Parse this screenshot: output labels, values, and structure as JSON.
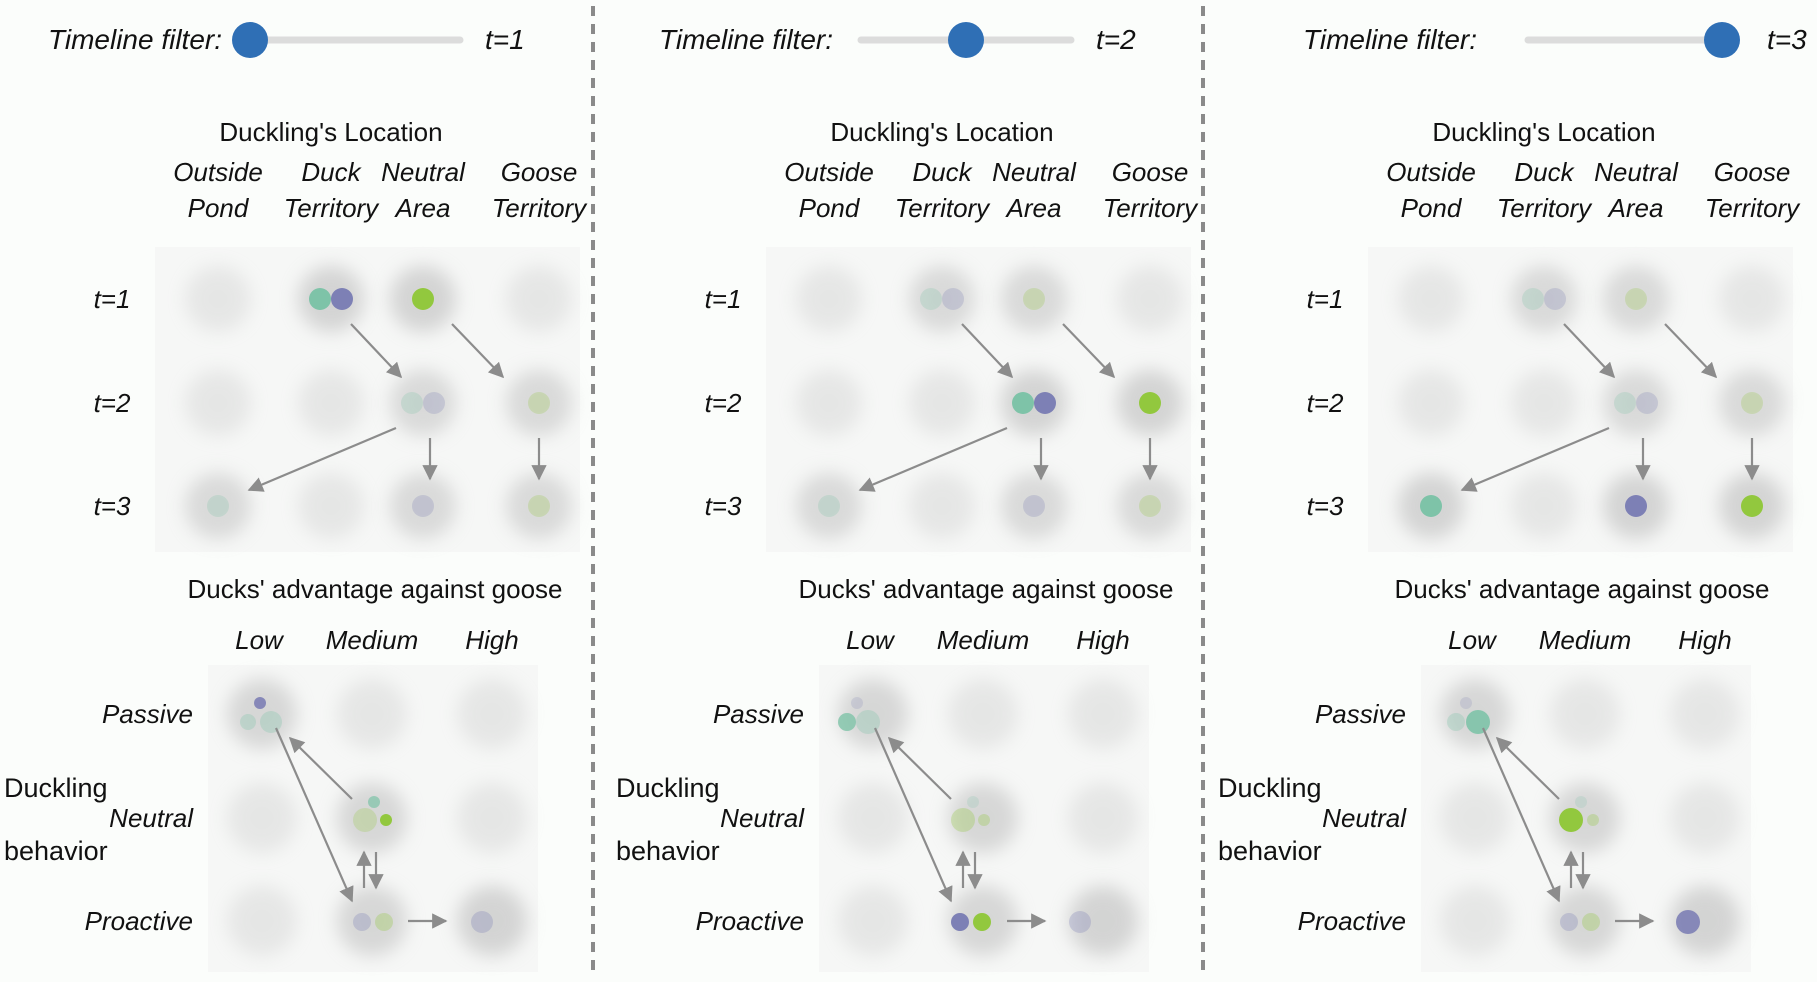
{
  "colors": {
    "background": "#fbfdfb",
    "slider_track": "#dcdcdc",
    "slider_thumb": "#2f6fb5",
    "divider": "#8a8a8a",
    "arrow": "#8c8c8c",
    "cell_blob": "#bdbdbd",
    "teal": "#7ec3a8",
    "purple": "#7d80b5",
    "green": "#92c83e"
  },
  "panels": [
    {
      "slider_label": "Timeline filter:",
      "slider_value_text": "t=1",
      "slider_fraction": 0.0,
      "location": {
        "title": "Duckling's Location",
        "columns": [
          [
            "Outside",
            "Pond"
          ],
          [
            "Duck",
            "Territory"
          ],
          [
            "Neutral",
            "Area"
          ],
          [
            "Goose",
            "Territory"
          ]
        ],
        "rows": [
          "t=1",
          "t=2",
          "t=3"
        ],
        "cells": [
          {
            "row": 0,
            "col": 0,
            "dots": []
          },
          {
            "row": 0,
            "col": 1,
            "dots": [
              {
                "c": "teal",
                "o": 1
              },
              {
                "c": "purple",
                "o": 1
              }
            ]
          },
          {
            "row": 0,
            "col": 2,
            "dots": [
              {
                "c": "green",
                "o": 1
              }
            ]
          },
          {
            "row": 0,
            "col": 3,
            "dots": []
          },
          {
            "row": 1,
            "col": 0,
            "dots": []
          },
          {
            "row": 1,
            "col": 1,
            "dots": []
          },
          {
            "row": 1,
            "col": 2,
            "dots": [
              {
                "c": "teal",
                "o": 0.25
              },
              {
                "c": "purple",
                "o": 0.25
              }
            ]
          },
          {
            "row": 1,
            "col": 3,
            "dots": [
              {
                "c": "green",
                "o": 0.25
              }
            ]
          },
          {
            "row": 2,
            "col": 0,
            "dots": [
              {
                "c": "teal",
                "o": 0.25
              }
            ]
          },
          {
            "row": 2,
            "col": 1,
            "dots": []
          },
          {
            "row": 2,
            "col": 2,
            "dots": [
              {
                "c": "purple",
                "o": 0.25
              }
            ]
          },
          {
            "row": 2,
            "col": 3,
            "dots": [
              {
                "c": "green",
                "o": 0.25
              }
            ]
          }
        ]
      },
      "advantage": {
        "title": "Ducks' advantage against goose",
        "columns": [
          "Low",
          "Medium",
          "High"
        ],
        "rows": [
          "Passive",
          "Neutral",
          "Proactive"
        ],
        "side_label": [
          "Duckling",
          "behavior"
        ]
      }
    },
    {
      "slider_label": "Timeline filter:",
      "slider_value_text": "t=2",
      "slider_fraction": 0.5,
      "location": {
        "title": "Duckling's Location",
        "columns": [
          [
            "Outside",
            "Pond"
          ],
          [
            "Duck",
            "Territory"
          ],
          [
            "Neutral",
            "Area"
          ],
          [
            "Goose",
            "Territory"
          ]
        ],
        "rows": [
          "t=1",
          "t=2",
          "t=3"
        ],
        "cells": [
          {
            "row": 0,
            "col": 0,
            "dots": []
          },
          {
            "row": 0,
            "col": 1,
            "dots": [
              {
                "c": "teal",
                "o": 0.25
              },
              {
                "c": "purple",
                "o": 0.25
              }
            ]
          },
          {
            "row": 0,
            "col": 2,
            "dots": [
              {
                "c": "green",
                "o": 0.25
              }
            ]
          },
          {
            "row": 0,
            "col": 3,
            "dots": []
          },
          {
            "row": 1,
            "col": 0,
            "dots": []
          },
          {
            "row": 1,
            "col": 1,
            "dots": []
          },
          {
            "row": 1,
            "col": 2,
            "dots": [
              {
                "c": "teal",
                "o": 1
              },
              {
                "c": "purple",
                "o": 1
              }
            ]
          },
          {
            "row": 1,
            "col": 3,
            "dots": [
              {
                "c": "green",
                "o": 1
              }
            ]
          },
          {
            "row": 2,
            "col": 0,
            "dots": [
              {
                "c": "teal",
                "o": 0.25
              }
            ]
          },
          {
            "row": 2,
            "col": 1,
            "dots": []
          },
          {
            "row": 2,
            "col": 2,
            "dots": [
              {
                "c": "purple",
                "o": 0.25
              }
            ]
          },
          {
            "row": 2,
            "col": 3,
            "dots": [
              {
                "c": "green",
                "o": 0.25
              }
            ]
          }
        ]
      },
      "advantage": {
        "title": "Ducks' advantage against goose",
        "columns": [
          "Low",
          "Medium",
          "High"
        ],
        "rows": [
          "Passive",
          "Neutral",
          "Proactive"
        ],
        "side_label": [
          "Duckling",
          "behavior"
        ]
      }
    },
    {
      "slider_label": "Timeline filter:",
      "slider_value_text": "t=3",
      "slider_fraction": 1.0,
      "location": {
        "title": "Duckling's Location",
        "columns": [
          [
            "Outside",
            "Pond"
          ],
          [
            "Duck",
            "Territory"
          ],
          [
            "Neutral",
            "Area"
          ],
          [
            "Goose",
            "Territory"
          ]
        ],
        "rows": [
          "t=1",
          "t=2",
          "t=3"
        ],
        "cells": [
          {
            "row": 0,
            "col": 0,
            "dots": []
          },
          {
            "row": 0,
            "col": 1,
            "dots": [
              {
                "c": "teal",
                "o": 0.25
              },
              {
                "c": "purple",
                "o": 0.25
              }
            ]
          },
          {
            "row": 0,
            "col": 2,
            "dots": [
              {
                "c": "green",
                "o": 0.25
              }
            ]
          },
          {
            "row": 0,
            "col": 3,
            "dots": []
          },
          {
            "row": 1,
            "col": 0,
            "dots": []
          },
          {
            "row": 1,
            "col": 1,
            "dots": []
          },
          {
            "row": 1,
            "col": 2,
            "dots": [
              {
                "c": "teal",
                "o": 0.25
              },
              {
                "c": "purple",
                "o": 0.25
              }
            ]
          },
          {
            "row": 1,
            "col": 3,
            "dots": [
              {
                "c": "green",
                "o": 0.25
              }
            ]
          },
          {
            "row": 2,
            "col": 0,
            "dots": [
              {
                "c": "teal",
                "o": 1
              }
            ]
          },
          {
            "row": 2,
            "col": 1,
            "dots": []
          },
          {
            "row": 2,
            "col": 2,
            "dots": [
              {
                "c": "purple",
                "o": 1
              }
            ]
          },
          {
            "row": 2,
            "col": 3,
            "dots": [
              {
                "c": "green",
                "o": 1
              }
            ]
          }
        ]
      },
      "advantage": {
        "title": "Ducks' advantage against goose",
        "columns": [
          "Low",
          "Medium",
          "High"
        ],
        "rows": [
          "Passive",
          "Neutral",
          "Proactive"
        ],
        "side_label": [
          "Duckling",
          "behavior"
        ]
      }
    }
  ]
}
